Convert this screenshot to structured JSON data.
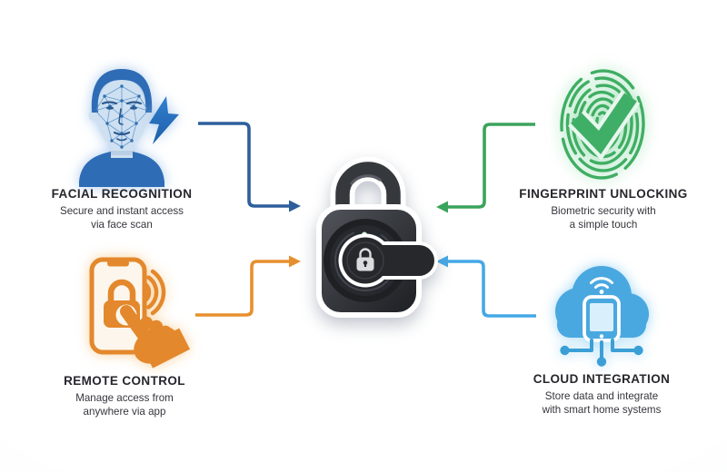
{
  "colors": {
    "facial_blue": "#2e6cb5",
    "facial_dark": "#2a5f9f",
    "facial_light": "#cfe0f1",
    "facial_feature": "#2c5a8f",
    "facial_mesh": "#5a95cc",
    "facial_dot": "#2f6fb2",
    "bolt_blue_top": "#2f7fd0",
    "bolt_blue_bottom": "#1f5ea8",
    "arrow_dark_blue": "#2d5f9b",
    "fingerprint_green": "#3fae63",
    "check_green": "#3faf68",
    "check_halo": "#e8f7ee",
    "arrow_green": "#3aa45c",
    "remote_orange": "#e3882c",
    "remote_light": "#fdf6ec",
    "arrow_orange": "#e78f2e",
    "cloud_blue": "#4aa8e0",
    "cloud_screen": "#d9f0fc",
    "cloud_net": "#3b9fd6",
    "arrow_light_blue": "#45a8e6",
    "lock_body_light": "#53565c",
    "lock_body_dark": "#1c1e22",
    "lock_shackle": "#35383d",
    "lock_dial": "#1e2024",
    "lock_handle": "#26282c",
    "led_green": "#d9f6df",
    "title_color": "#26262c",
    "subtitle_color": "#35353c"
  },
  "features": [
    {
      "id": "facial-recognition",
      "icon": "face-scan-icon",
      "secondary_icon": "lightning-icon",
      "title": "FACIAL RECOGNITION",
      "desc_line1": "Secure and instant access",
      "desc_line2": "via face scan"
    },
    {
      "id": "fingerprint-unlocking",
      "icon": "fingerprint-check-icon",
      "secondary_icon": "checkmark-icon",
      "title": "FINGERPRINT UNLOCKING",
      "desc_line1": "Biometric security with",
      "desc_line2": "a simple touch"
    },
    {
      "id": "remote-control",
      "icon": "phone-tap-icon",
      "secondary_icon": "signal-waves-icon",
      "title": "REMOTE CONTROL",
      "desc_line1": "Manage access from",
      "desc_line2": "anywhere via app"
    },
    {
      "id": "cloud-integration",
      "icon": "cloud-phone-icon",
      "secondary_icon": "wifi-icon",
      "title": "CLOUD INTEGRATION",
      "desc_line1": "Store data and integrate",
      "desc_line2": "with smart home systems"
    }
  ],
  "center": {
    "icon": "smart-lock-icon"
  }
}
